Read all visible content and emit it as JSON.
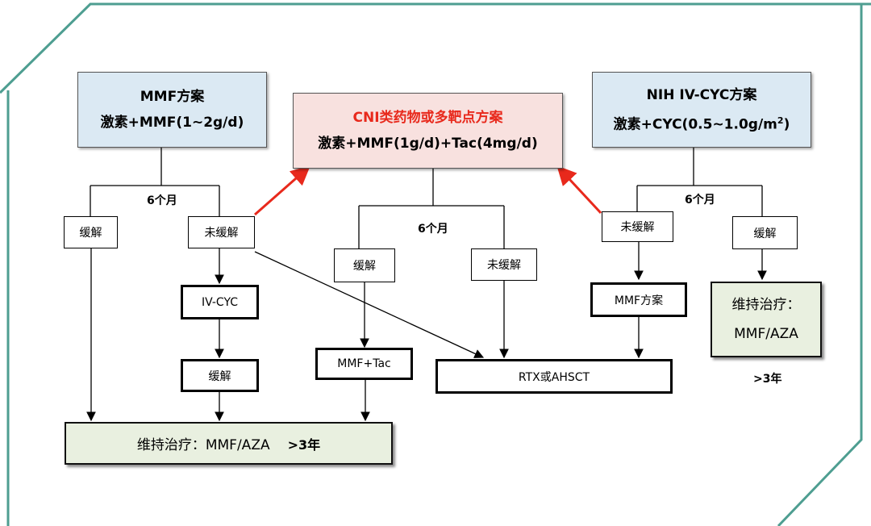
{
  "colors": {
    "frame": "#4e9e91",
    "arrow_red": "#e8291c",
    "arrow_black": "#000000",
    "blue_fill": "#dbe9f3",
    "pink_fill": "#f8e1df",
    "green_fill": "#e9f0e0",
    "title_red": "#e8291c"
  },
  "left": {
    "title": "MMF方案",
    "regimen": "激素+MMF(1~2g/d)",
    "months": "6个月",
    "remission": "缓解",
    "no_remission": "未缓解",
    "ivcyc": "IV-CYC",
    "remission2": "缓解"
  },
  "middle": {
    "title": "CNI类药物或多靶点方案",
    "regimen": "激素+MMF(1g/d)+Tac(4mg/d)",
    "months": "6个月",
    "remission": "缓解",
    "no_remission": "未缓解",
    "mmf_tac": "MMF+Tac",
    "rtx": "RTX或AHSCT"
  },
  "right": {
    "title": "NIH IV-CYC方案",
    "regimen_main": "激素+CYC(0.5~1.0g/m",
    "regimen_sup": "2",
    "regimen_end": ")",
    "months": "6个月",
    "no_remission": "未缓解",
    "remission": "缓解",
    "mmf_plan": "MMF方案",
    "maint_title": "维持治疗：",
    "maint_drugs": "MMF/AZA",
    "duration": ">3年"
  },
  "bottom": {
    "maint_label": "维持治疗：MMF/AZA",
    "duration": ">3年"
  }
}
